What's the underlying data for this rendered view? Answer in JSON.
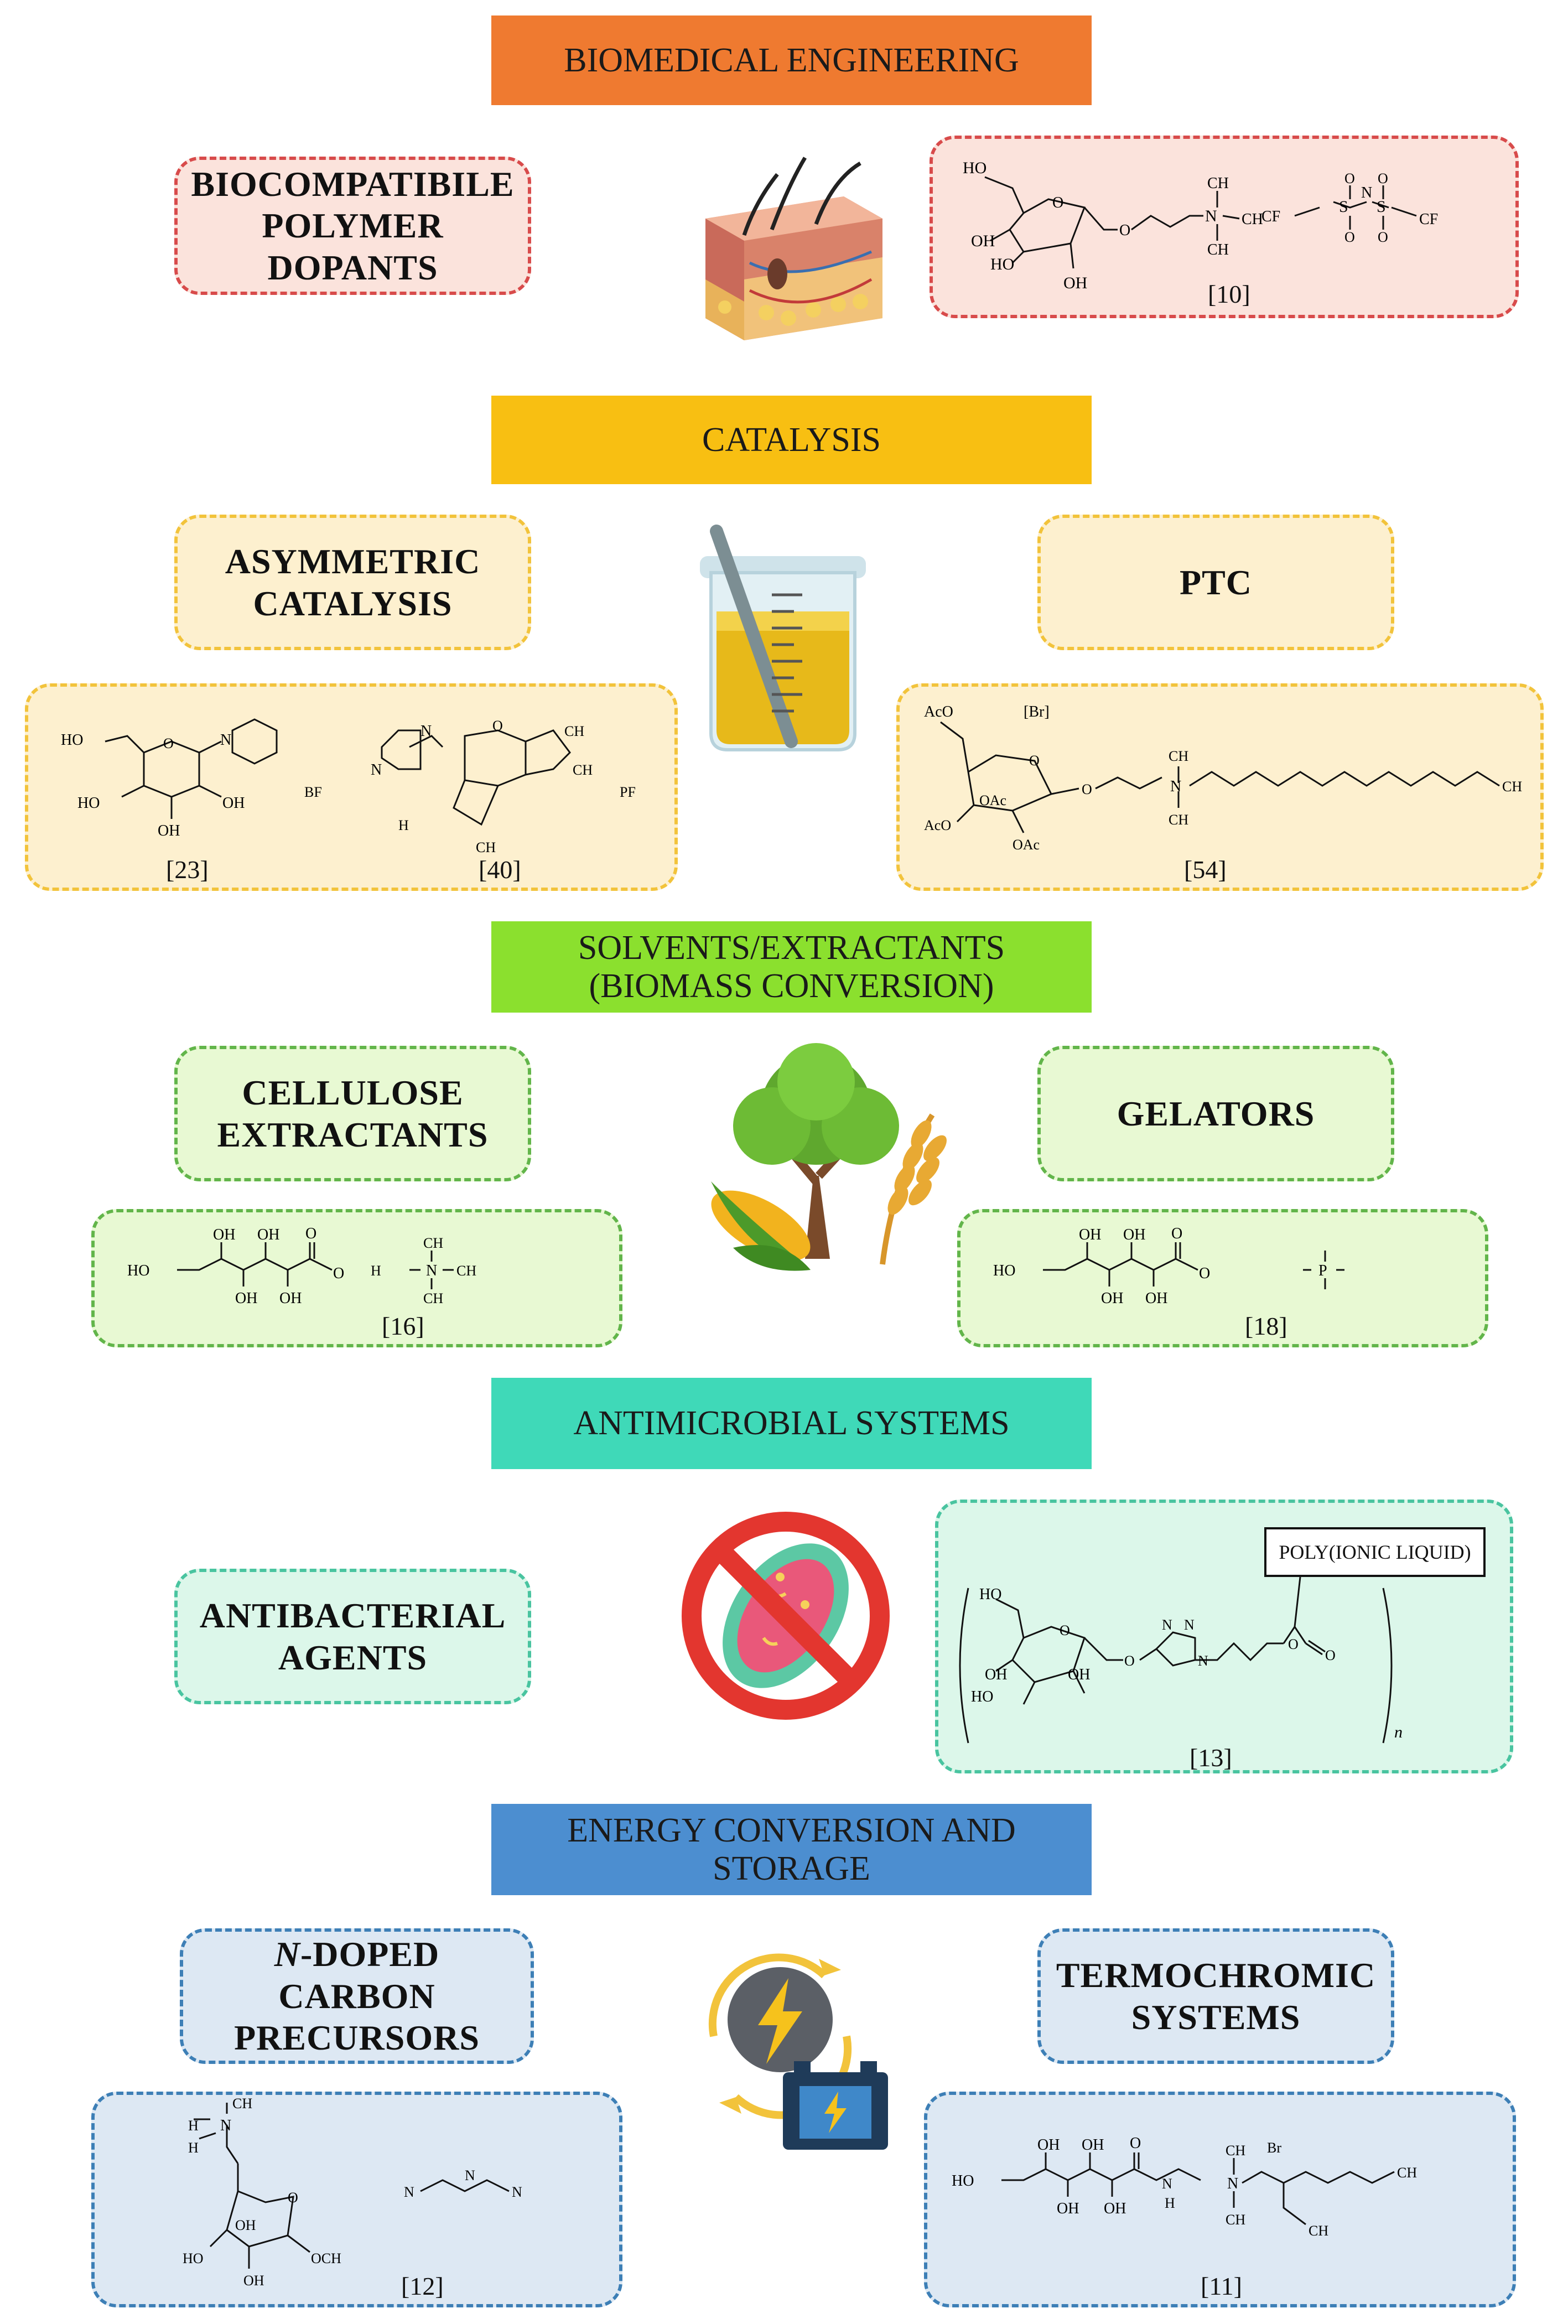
{
  "sections": {
    "biomedical": {
      "banner": "BIOMEDICAL ENGINEERING",
      "label_lines": [
        "BIOCOMPATIBILE",
        "POLYMER",
        "DOPANTS"
      ],
      "ref": "[10]",
      "colors": {
        "banner": "#ef7a30",
        "box": "#fbe3dc",
        "border": "#d84b4b"
      }
    },
    "catalysis": {
      "banner": "CATALYSIS",
      "asym_lines": [
        "ASYMMETRIC",
        "CATALYSIS"
      ],
      "ptc": "PTC",
      "refs": [
        "[23]",
        "[40]",
        "[54]"
      ],
      "colors": {
        "banner": "#f8bf12",
        "box": "#fdf0cf",
        "border": "#f2c33b"
      }
    },
    "solvents": {
      "banner_lines": [
        "SOLVENTS/EXTRACTANTS",
        "(BIOMASS CONVERSION)"
      ],
      "cellulose_lines": [
        "CELLULOSE",
        "EXTRACTANTS"
      ],
      "gelators": "GELATORS",
      "refs": [
        "[16]",
        "[18]"
      ],
      "colors": {
        "banner": "#8be02e",
        "box": "#e8f9d3",
        "border": "#62b54a"
      }
    },
    "antimicrobial": {
      "banner": "ANTIMICROBIAL SYSTEMS",
      "label_lines": [
        "ANTIBACTERIAL",
        "AGENTS"
      ],
      "poly_label": "POLY(IONIC LIQUID)",
      "ref": "[13]",
      "colors": {
        "banner": "#3fd9b8",
        "box": "#dcf7ea",
        "border": "#49c4a0"
      }
    },
    "energy": {
      "banner_lines": [
        "ENERGY CONVERSION AND",
        "STORAGE"
      ],
      "ndoped_prefix": "N",
      "ndoped_lines": [
        "-DOPED",
        "CARBON",
        "PRECURSORS"
      ],
      "thermo_lines": [
        "TERMOCHROMIC",
        "SYSTEMS"
      ],
      "refs": [
        "[12]",
        "[11]"
      ],
      "colors": {
        "banner": "#4c8ed0",
        "box": "#dde8f3",
        "border": "#3d7fb6"
      }
    }
  },
  "chem": {
    "ho": "HO",
    "oh": "OH",
    "o": "O",
    "n": "N",
    "ch3": "CH",
    "cf3": "CF",
    "s": "S",
    "bf4": "BF",
    "pf6": "PF",
    "br": "[Br]",
    "br2": "Br",
    "aco": "AcO",
    "oac": "OAc",
    "h3c": "H",
    "p": "P",
    "h": "H",
    "och3": "OCH",
    "n_index": "n"
  },
  "icons": {
    "skin": "skin-icon",
    "beaker": "beaker-icon",
    "tree": "tree-corn-wheat-icon",
    "bacteria": "no-bacteria-icon",
    "energy": "lightning-battery-icon"
  }
}
